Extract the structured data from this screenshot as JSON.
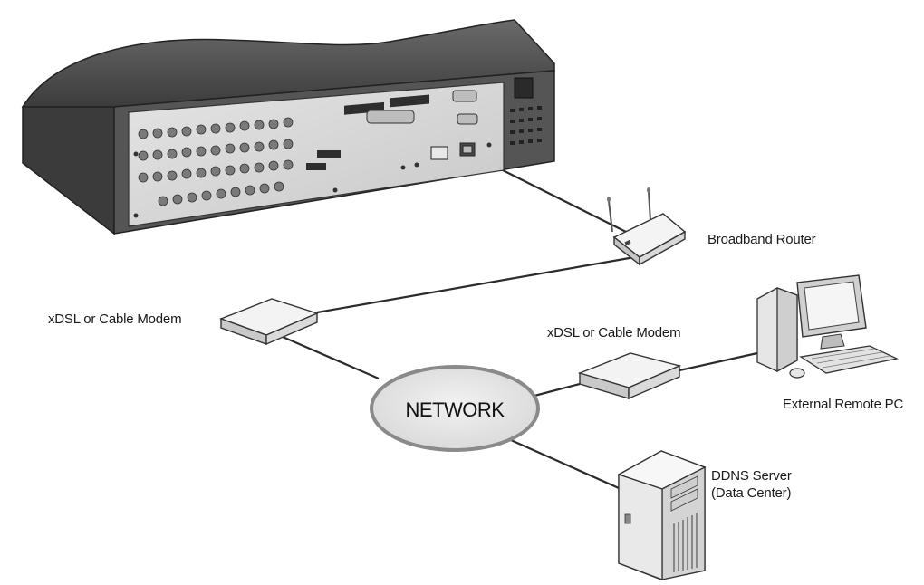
{
  "diagram": {
    "network_label": "NETWORK",
    "router_label": "Broadband Router",
    "modem_left_label": "xDSL or Cable Modem",
    "modem_right_label": "xDSL or Cable Modem",
    "remote_pc_label": "External Remote PC",
    "ddns_label_line1": "DDNS Server",
    "ddns_label_line2": "(Data Center)"
  },
  "colors": {
    "line": "#2b2b2b",
    "dvr_body": "#4a4a4a",
    "dvr_panel": "#d9d9d9",
    "network_fill": "#e6e6e6",
    "network_stroke": "#8a8a8a",
    "device_fill": "#efefef"
  }
}
